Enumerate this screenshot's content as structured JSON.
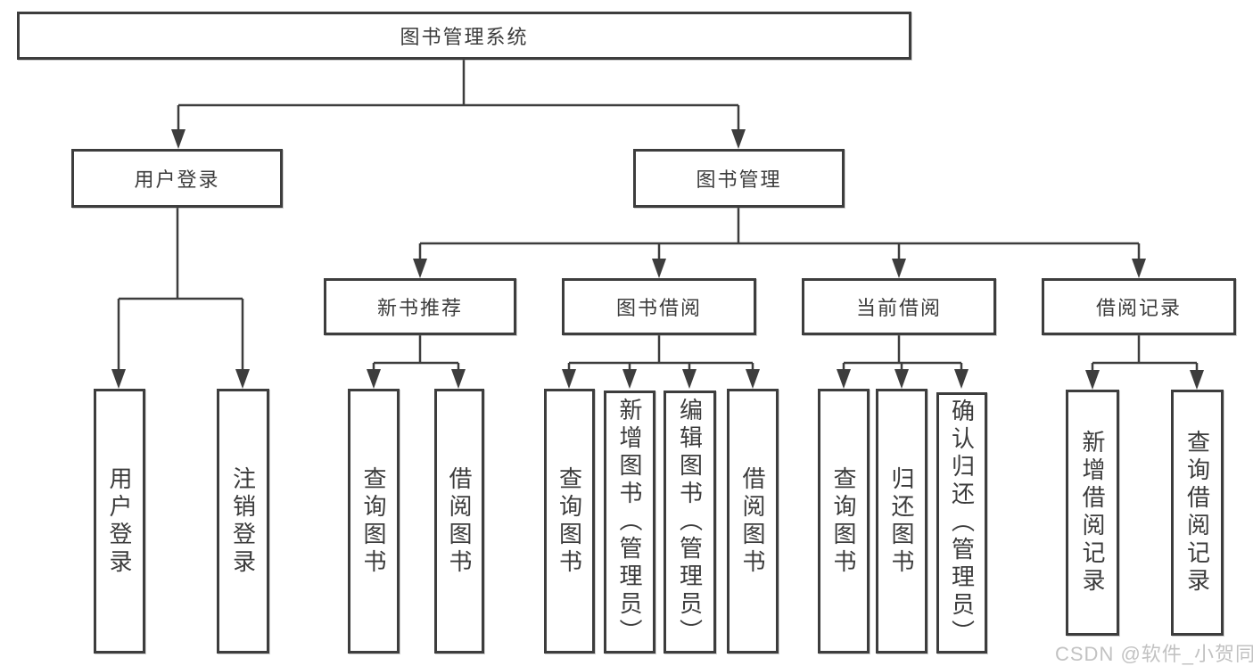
{
  "tree": {
    "root": "图书管理系统",
    "children": [
      {
        "label": "用户登录",
        "children": [
          "用户登录",
          "注销登录"
        ]
      },
      {
        "label": "图书管理",
        "children": [
          {
            "label": "新书推荐",
            "children": [
              "查询图书",
              "借阅图书"
            ]
          },
          {
            "label": "图书借阅",
            "children": [
              "查询图书",
              "新增图书（管理员）",
              "编辑图书（管理员）",
              "借阅图书"
            ]
          },
          {
            "label": "当前借阅",
            "children": [
              "查询图书",
              "归还图书",
              "确认归还（管理员）"
            ]
          },
          {
            "label": "借阅记录",
            "children": [
              "新增借阅记录",
              "查询借阅记录"
            ]
          }
        ]
      }
    ]
  },
  "watermark": {
    "text": "CSDN @软件_小贺同学"
  },
  "colors": {
    "line": "#3d3d3d",
    "text": "#3c3c3c",
    "box_background": "#ffffff",
    "watermark": "#c2c2c2",
    "background": "#ffffff"
  }
}
